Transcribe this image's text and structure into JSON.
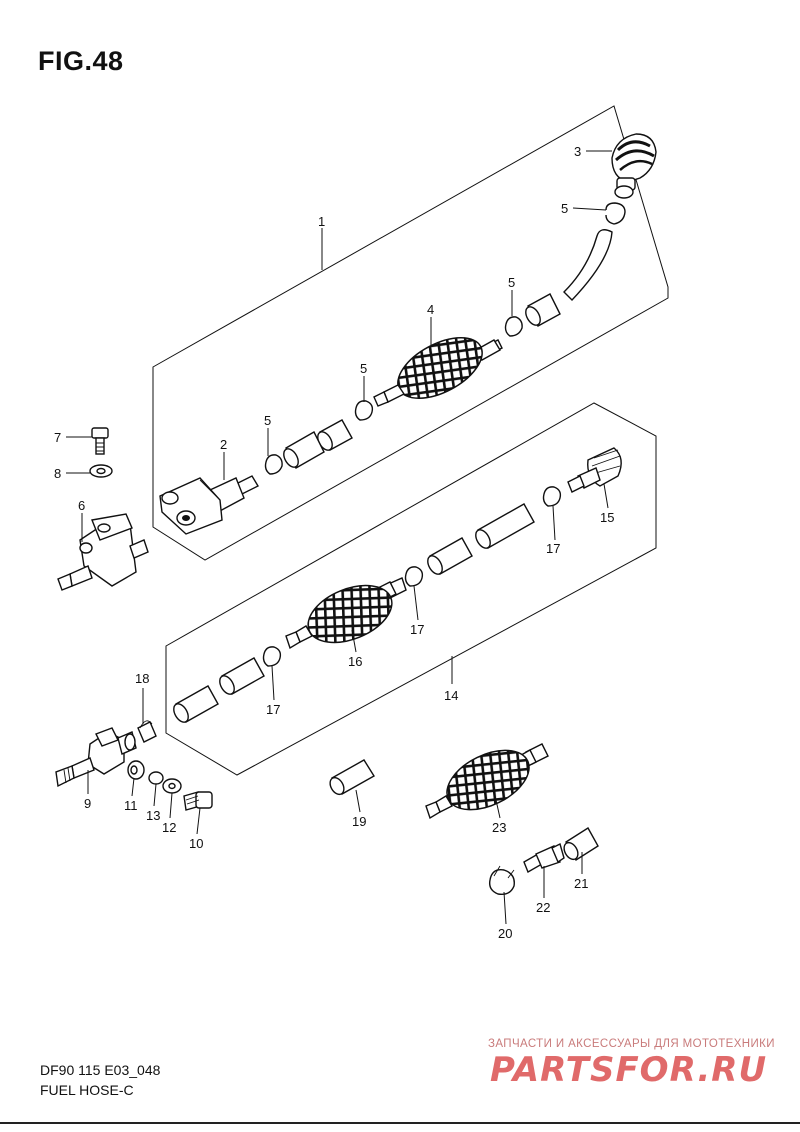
{
  "figure": {
    "title": "FIG.48"
  },
  "footer": {
    "code": "DF90 115 E03_048",
    "caption": "FUEL HOSE-C"
  },
  "watermark": {
    "top_text": "ЗАПЧАСТИ И АКСЕССУАРЫ ДЛЯ МОТОТЕХНИКИ",
    "logo": "PARTSFOR.RU"
  },
  "labels": {
    "l1": "1",
    "l2": "2",
    "l3": "3",
    "l4": "4",
    "l5a": "5",
    "l5b": "5",
    "l5c": "5",
    "l5d": "5",
    "l6": "6",
    "l7": "7",
    "l8": "8",
    "l9": "9",
    "l10": "10",
    "l11": "11",
    "l12": "12",
    "l13": "13",
    "l14": "14",
    "l15": "15",
    "l16": "16",
    "l17a": "17",
    "l17b": "17",
    "l17c": "17",
    "l18": "18",
    "l19": "19",
    "l20": "20",
    "l21": "21",
    "l22": "22",
    "l23": "23"
  }
}
